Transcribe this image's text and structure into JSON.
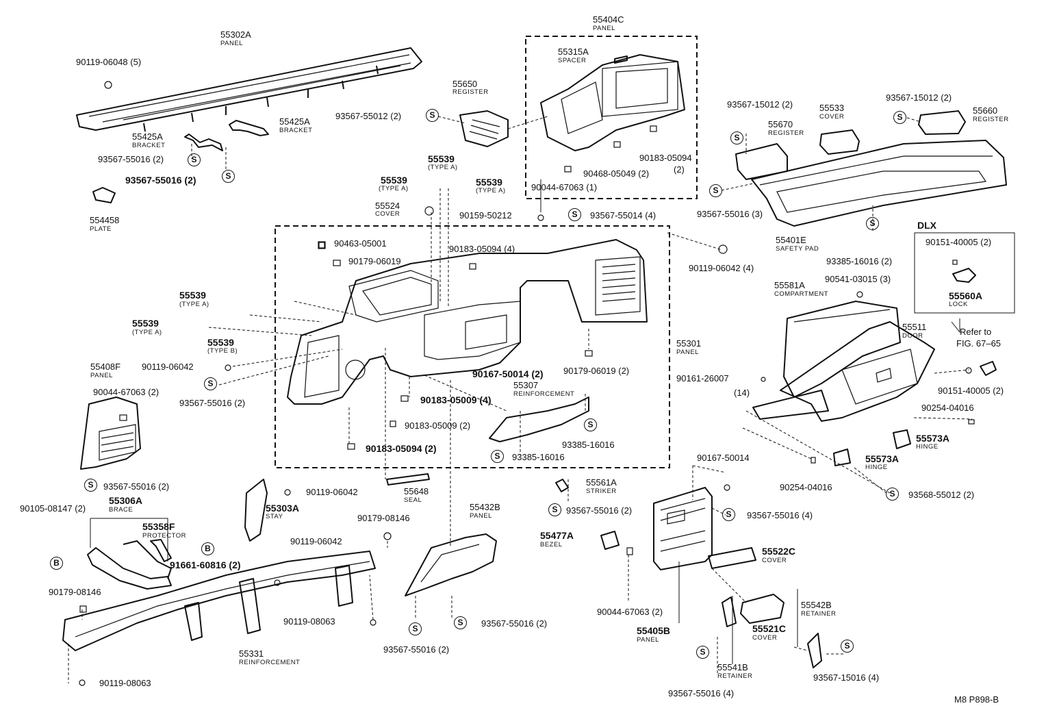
{
  "markers": {
    "s": "S",
    "b": "B"
  },
  "names": {
    "panel": "PANEL",
    "bracket": "BRACKET",
    "plate": "PLATE",
    "register": "REGISTER",
    "spacer": "SPACER",
    "cover": "COVER",
    "type_a": "(TYPE A)",
    "type_b": "(TYPE B)",
    "safety_pad": "SAFETY PAD",
    "lock": "LOCK",
    "compartment": "COMPARTMENT",
    "door": "DOOR",
    "hinge": "HINGE",
    "reinforcement": "REINFORCEMENT",
    "striker": "STRIKER",
    "seal": "SEAL",
    "brace": "BRACE",
    "stay": "STAY",
    "protector": "PROTECTOR",
    "bezel": "BEZEL",
    "retainer": "RETAINER"
  },
  "labels": {
    "p55302A": "55302A",
    "p90119_06048": "90119-06048 (5)",
    "p55425A": "55425A",
    "p93567_55016_2": "93567-55016 (2)",
    "p93567_55016_3": "93567-55016 (3)",
    "p93567_55016_4": "93567-55016 (4)",
    "p554458": "554458",
    "p55650": "55650",
    "p93567_55012_2": "93567-55012 (2)",
    "p55404C": "55404C",
    "p55315A": "55315A",
    "p90183_05094": "90183-05094",
    "qty2": "(2)",
    "p90468_05049_2": "90468-05049 (2)",
    "p90044_67063_1": "90044-67063 (1)",
    "p90159_50212": "90159-50212",
    "p93567_55014_4": "93567-55014 (4)",
    "p55539": "55539",
    "p55524": "55524",
    "p93567_15012_2": "93567-15012 (2)",
    "p55670": "55670",
    "p55533": "55533",
    "p55660": "55660",
    "p55401E": "55401E",
    "p93385_16016_2": "93385-16016 (2)",
    "p93385_16016": "93385-16016",
    "p90119_06042_4": "90119-06042 (4)",
    "p90119_06042": "90119-06042",
    "dlx": "DLX",
    "p90151_40005_2": "90151-40005 (2)",
    "p55560A": "55560A",
    "refer_to": "Refer to",
    "fig": "FIG. 67–65",
    "p90541_03015_3": "90541-03015 (3)",
    "p55581A": "55581A",
    "p55511": "55511",
    "p90161_26007": "90161-26007",
    "qty14": "(14)",
    "p90254_04016": "90254-04016",
    "p55573A": "55573A",
    "p93568_55012_2": "93568-55012 (2)",
    "p90463_05001": "90463-05001",
    "p90179_06019": "90179-06019",
    "p90179_06019_2": "90179-06019 (2)",
    "p90183_05094_4": "90183-05094 (4)",
    "p90183_05094_2": "90183-05094 (2)",
    "p55301": "55301",
    "p55408F": "55408F",
    "p90044_67063_2": "90044-67063 (2)",
    "p90167_50014_2": "90167-50014 (2)",
    "p90167_50014": "90167-50014",
    "p55307": "55307",
    "p90183_05009_4": "90183-05009 (4)",
    "p90183_05009_2": "90183-05009 (2)",
    "p55561A": "55561A",
    "p55648": "55648",
    "p90105_08147_2": "90105-08147 (2)",
    "p55306A": "55306A",
    "p55303A": "55303A",
    "p55432B": "55432B",
    "p55358F": "55358F",
    "p90179_08146": "90179-08146",
    "p55477A": "55477A",
    "p55522C": "55522C",
    "p91661_60816_2": "91661-60816 (2)",
    "p90119_08063": "90119-08063",
    "p55405B": "55405B",
    "p55521C": "55521C",
    "p55542B": "55542B",
    "p55331": "55331",
    "p55541B": "55541B",
    "p93567_15016_4": "93567-15016 (4)",
    "diagram_code": "M8 P898-B"
  }
}
